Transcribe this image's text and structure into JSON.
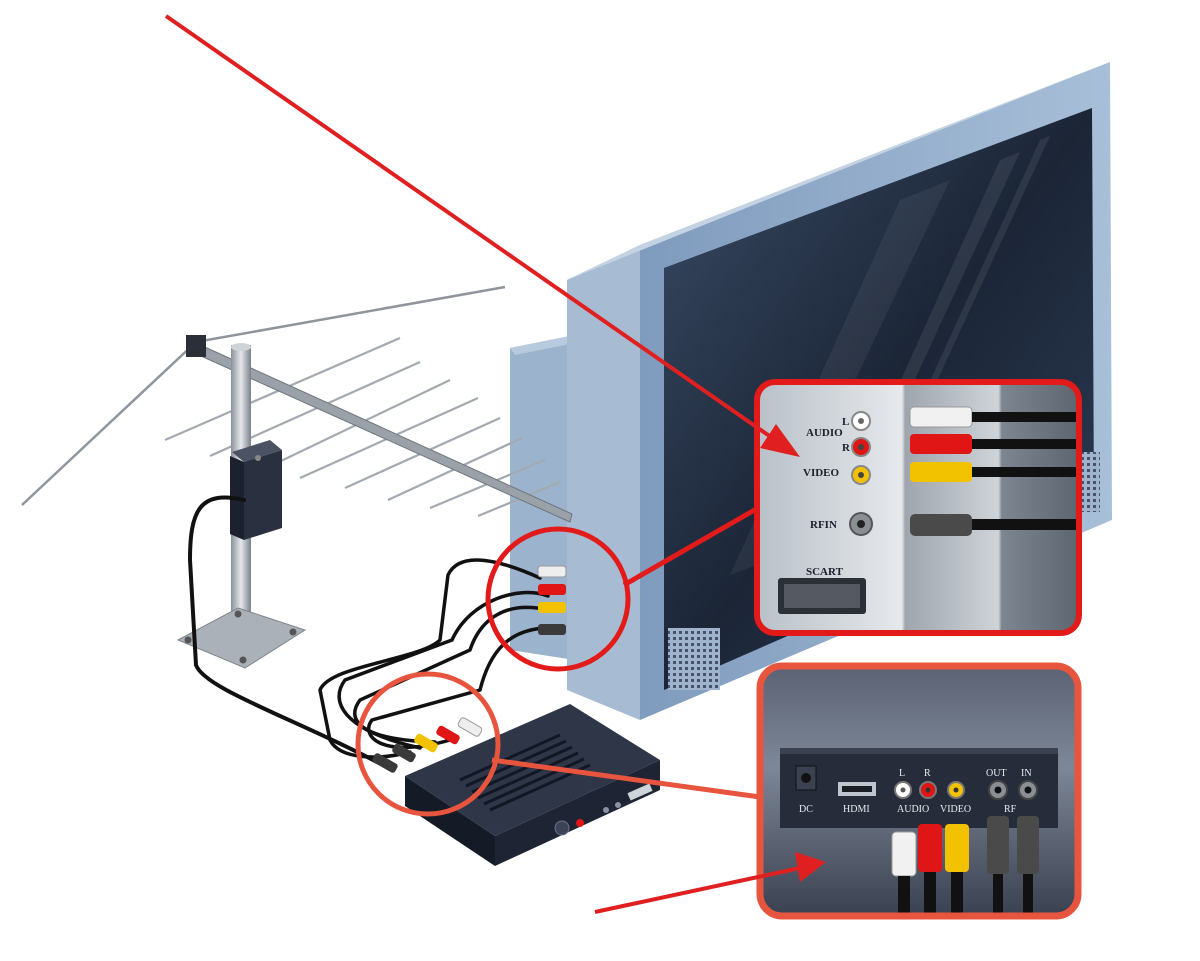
{
  "tv_panel": {
    "audio": "AUDIO",
    "left": "L",
    "right": "R",
    "video": "VIDEO",
    "rfin": "RFIN",
    "scart": "SCART"
  },
  "receiver_panel": {
    "dc": "DC",
    "hdmi": "HDMI",
    "left": "L",
    "right": "R",
    "audio": "AUDIO",
    "video": "VIDEO",
    "out": "OUT",
    "in": "IN",
    "rf": "RF"
  },
  "colors": {
    "callout_tv": "#e21a1a",
    "callout_receiver": "#e8553f",
    "arrow": "#e02020",
    "tv_frame": "#8fa9c7",
    "screen": "#1d2a3d",
    "receiver": "#232a3b",
    "plug_white": "#eeeeee",
    "plug_red": "#e01515",
    "plug_yellow": "#f2c200",
    "plug_black": "#3a3a3a"
  }
}
